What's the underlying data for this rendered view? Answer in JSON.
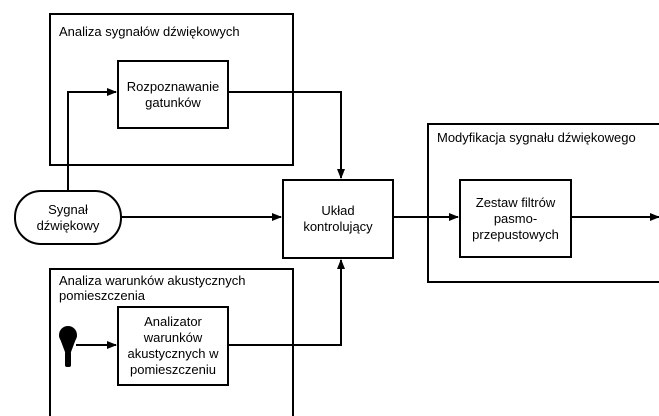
{
  "groups": {
    "sound_analysis": "Analiza sygnałów dźwiękowych",
    "acoustic_analysis": "Analiza warunków akustycznych\npomieszczenia",
    "signal_modification": "Modyfikacja sygnału dźwiękowego"
  },
  "blocks": {
    "species_recognition": "Rozpoznawanie\ngatunków",
    "sound_signal": "Sygnał\ndźwiękowy",
    "control_unit": "Układ\nkontrolujący",
    "filter_bank": "Zestaw filtrów\npasmo-\nprzepustowych",
    "room_analyzer": "Analizator\nwarunków\nakustycznych w\npomieszczeniu"
  },
  "icons": {
    "microphone": "microphone-icon"
  }
}
